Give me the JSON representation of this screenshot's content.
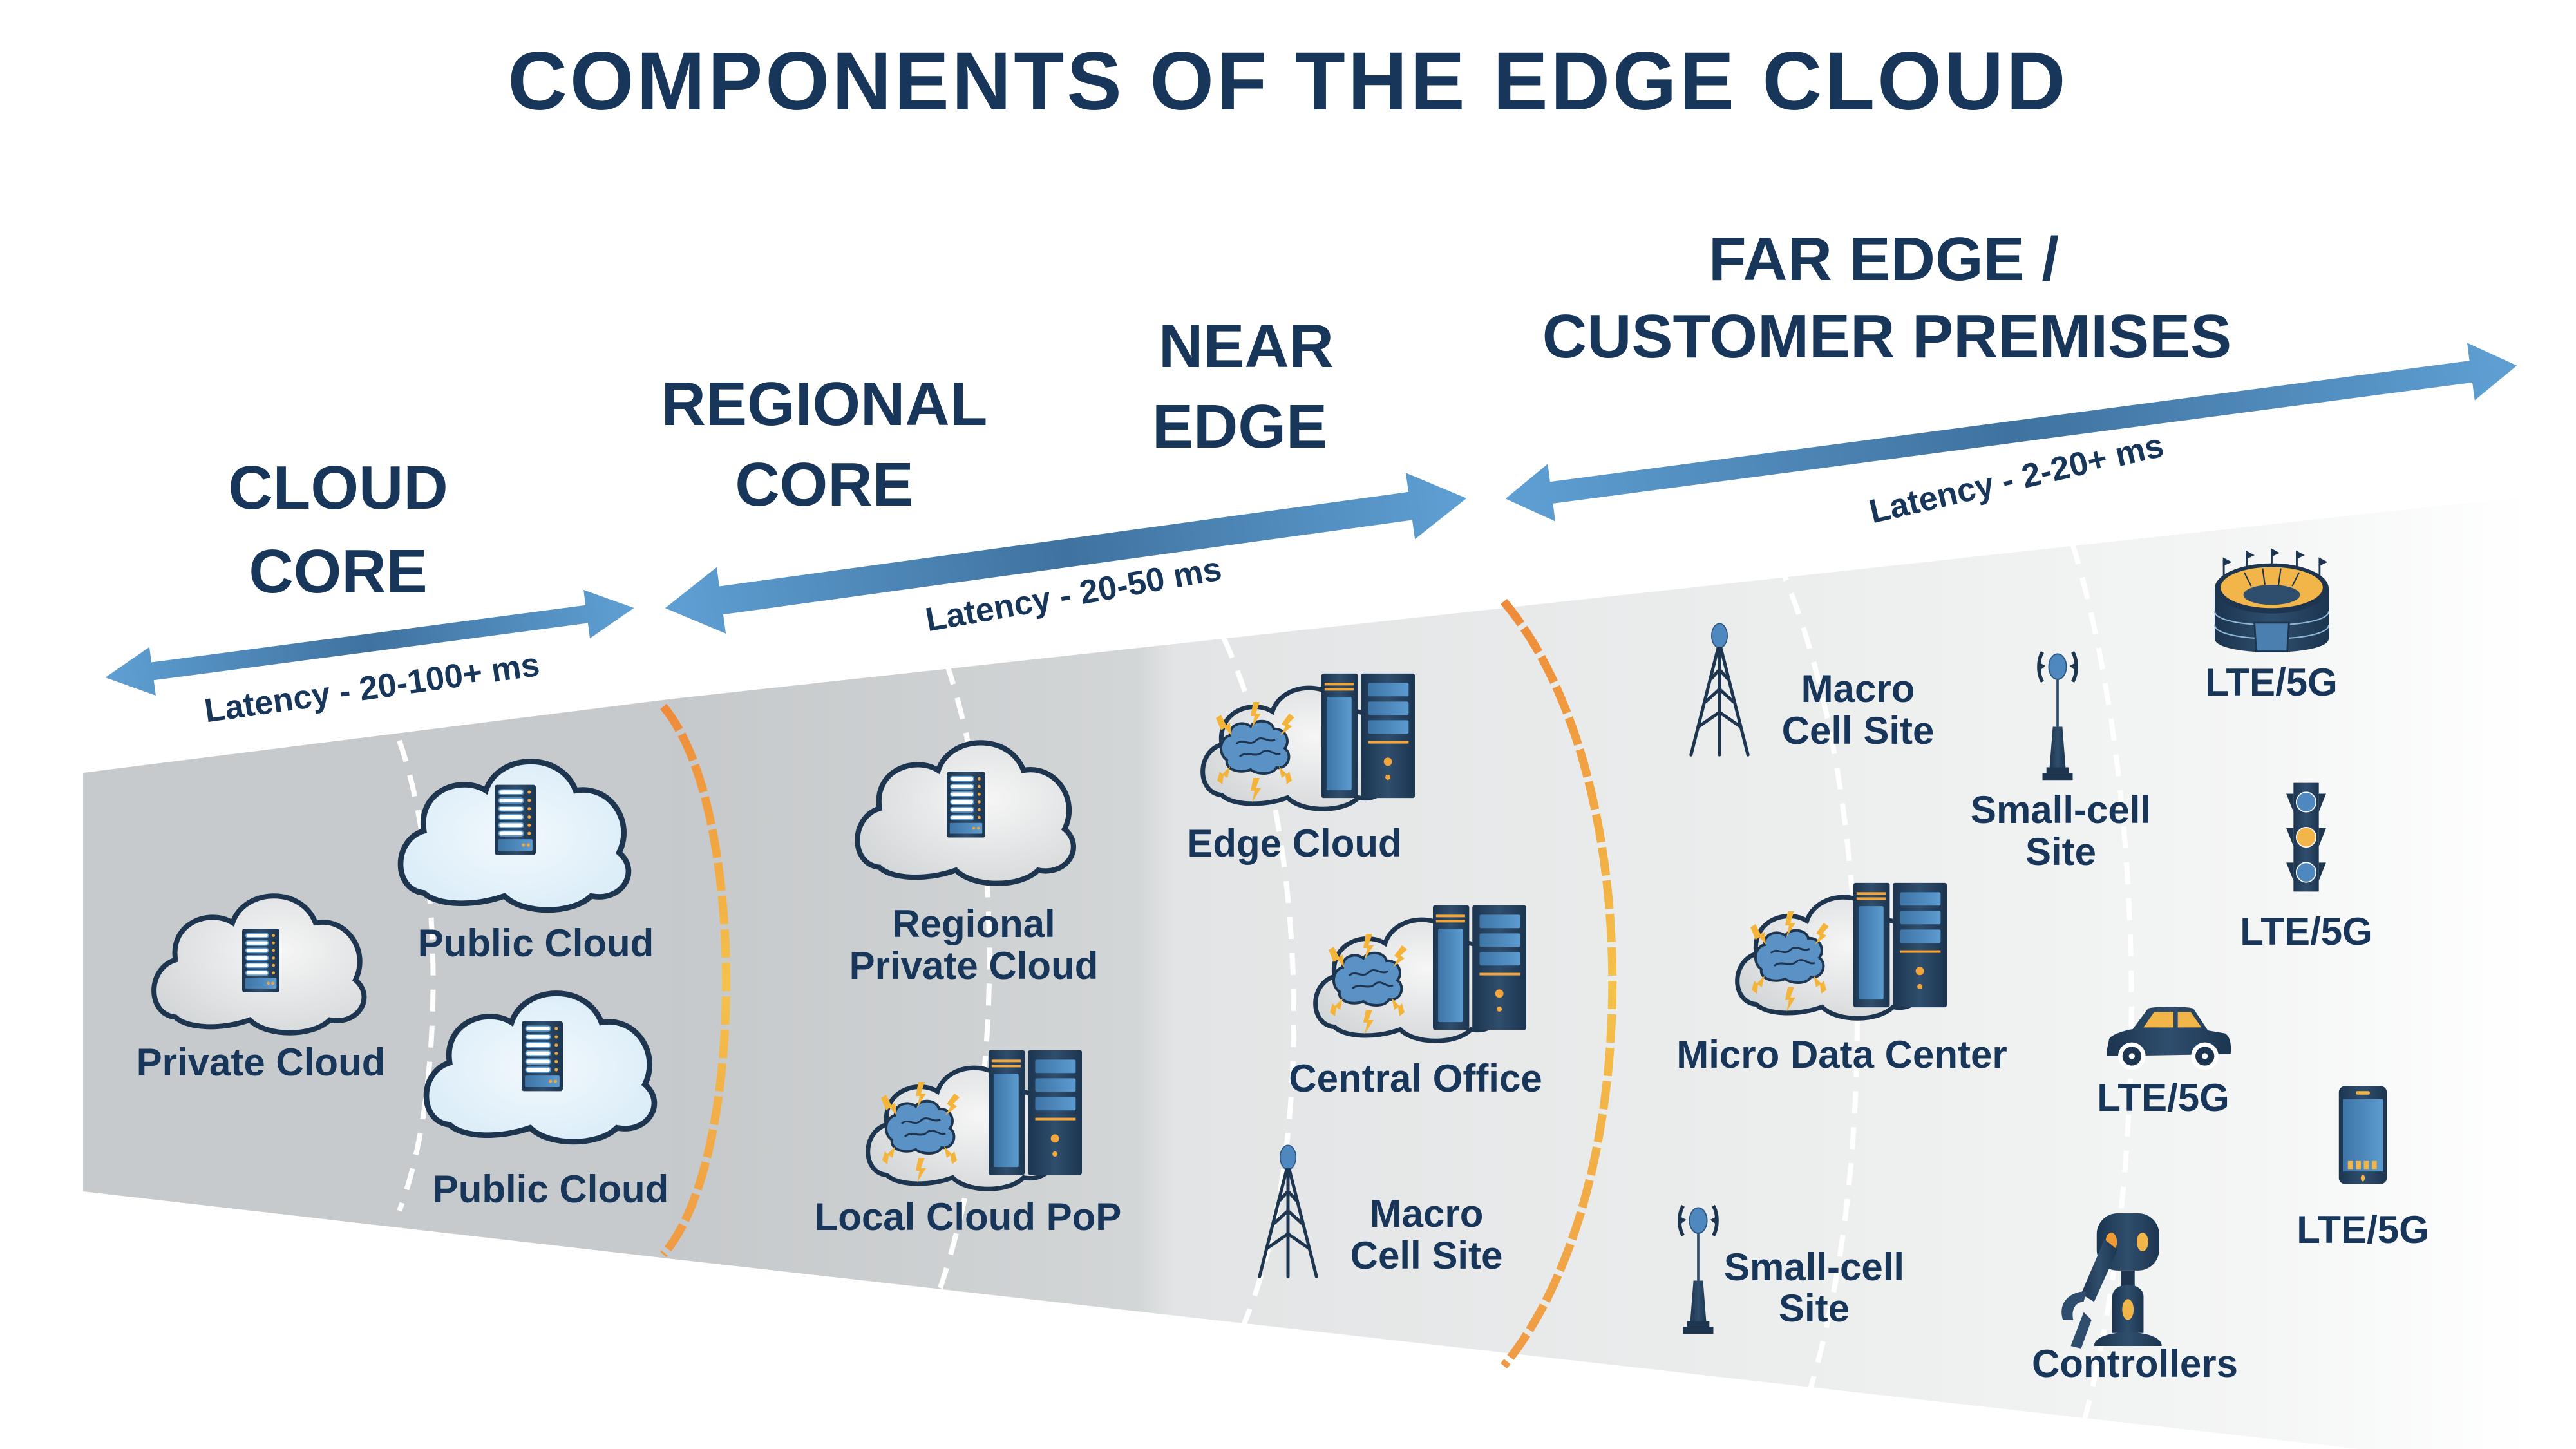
{
  "title": "COMPONENTS OF THE EDGE CLOUD",
  "colors": {
    "navy": "#17365a",
    "arrow_light": "#5fa0d4",
    "arrow_dark": "#3e6f9c",
    "orange": "#ee8a3a",
    "yellow": "#f4c24a",
    "band_dark": "#c8cbcd",
    "band_light": "#eef0f0"
  },
  "tiers": [
    {
      "id": "cloud-core",
      "lines": [
        "CLOUD",
        "CORE"
      ],
      "latency": "Latency - 20-100+ ms"
    },
    {
      "id": "regional-core",
      "lines": [
        "REGIONAL",
        "CORE"
      ]
    },
    {
      "id": "near-edge",
      "lines": [
        "NEAR",
        "EDGE"
      ],
      "latency": "Latency - 20-50 ms"
    },
    {
      "id": "far-edge",
      "lines": [
        "FAR EDGE /",
        "CUSTOMER PREMISES"
      ],
      "latency": "Latency - 2-20+ ms"
    }
  ],
  "items": {
    "private_cloud": {
      "label": "Private Cloud",
      "icon": "server-cloud-icon"
    },
    "public_cloud_1": {
      "label": "Public Cloud",
      "icon": "server-cloud-icon"
    },
    "public_cloud_2": {
      "label": "Public Cloud",
      "icon": "server-cloud-icon"
    },
    "regional_private_cloud": {
      "lines": [
        "Regional",
        "Private Cloud"
      ],
      "icon": "server-cloud-icon"
    },
    "local_cloud_pop": {
      "label": "Local Cloud PoP",
      "icon": "brain-datacenter-icon"
    },
    "edge_cloud": {
      "label": "Edge Cloud",
      "icon": "brain-datacenter-icon"
    },
    "central_office": {
      "label": "Central Office",
      "icon": "brain-datacenter-icon"
    },
    "macro_cell_near": {
      "lines": [
        "Macro",
        "Cell Site"
      ],
      "icon": "cell-tower-icon"
    },
    "macro_cell_far": {
      "lines": [
        "Macro",
        "Cell Site"
      ],
      "icon": "cell-tower-icon"
    },
    "small_cell_1": {
      "lines": [
        "Small-cell",
        "Site"
      ],
      "icon": "small-cell-antenna-icon"
    },
    "small_cell_2": {
      "lines": [
        "Small-cell",
        "Site"
      ],
      "icon": "small-cell-antenna-icon"
    },
    "micro_data_center": {
      "label": "Micro Data Center",
      "icon": "brain-datacenter-icon"
    },
    "stadium": {
      "label": "LTE/5G",
      "icon": "stadium-icon"
    },
    "traffic_light": {
      "label": "LTE/5G",
      "icon": "traffic-light-icon"
    },
    "car": {
      "label": "LTE/5G",
      "icon": "car-icon"
    },
    "phone": {
      "label": "LTE/5G",
      "icon": "smartphone-icon"
    },
    "controllers": {
      "label": "Controllers",
      "icon": "robot-arm-icon"
    }
  }
}
